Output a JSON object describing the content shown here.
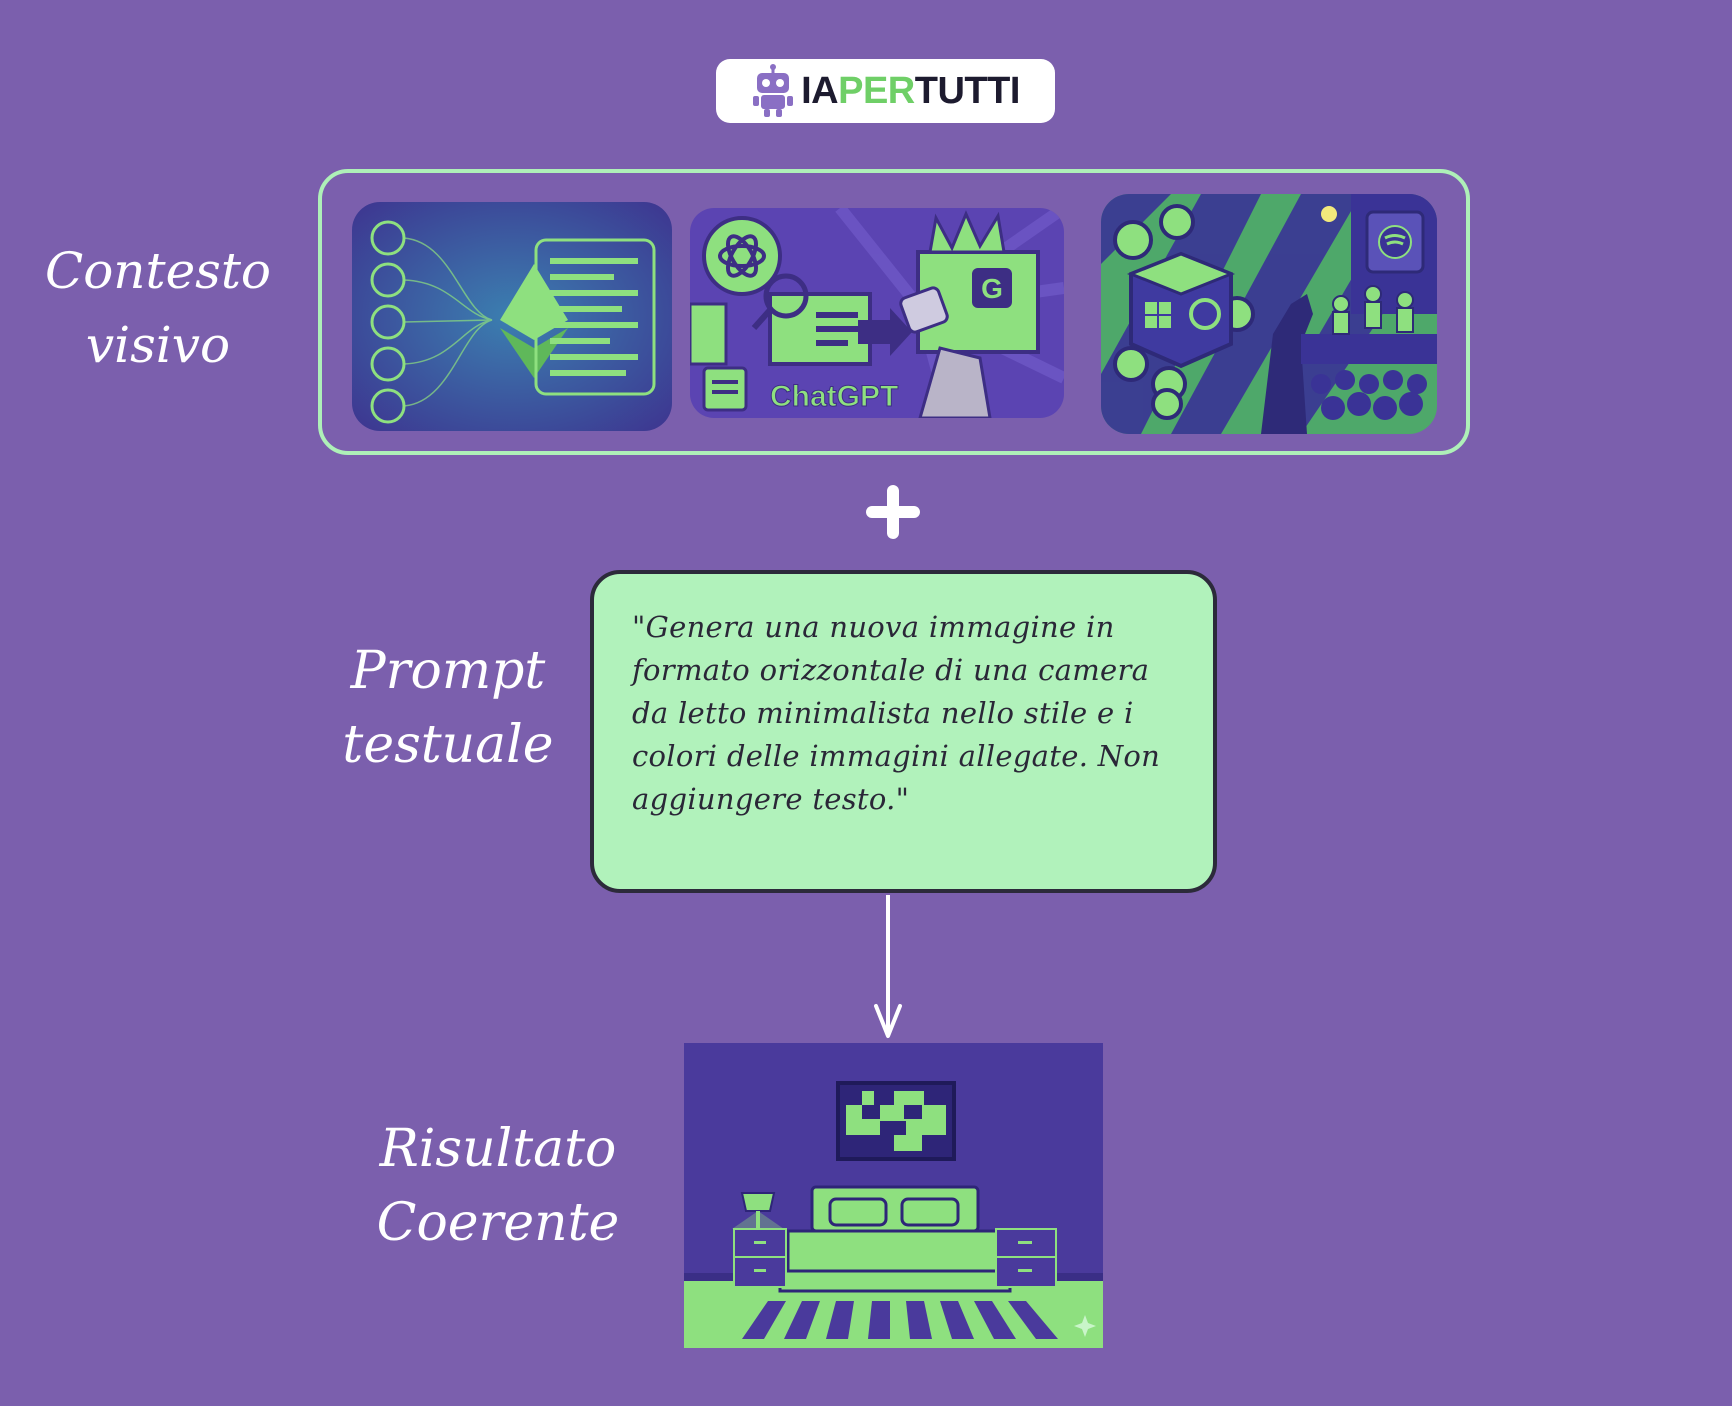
{
  "logo": {
    "part1": "IA",
    "part2": "PER",
    "part3": "TUTTI"
  },
  "labels": {
    "context": "Contesto\nvisivo",
    "prompt": "Prompt\ntestuale",
    "result": "Risultato\nCoerente"
  },
  "thumbnails": {
    "chatgpt_caption": "ChatGPT",
    "g_badge": "G"
  },
  "prompt_text": "\"Genera una nuova immagine in formato orizzontale di una camera da letto minimalista nello stile e i colori delle immagini allegate. Non aggiungere testo.\"",
  "colors": {
    "background": "#7b5fad",
    "accent_green": "#8ee07f",
    "prompt_box": "#b1f2bb",
    "frame_border": "#aef0b8",
    "deep_purple": "#4a3a9c"
  }
}
